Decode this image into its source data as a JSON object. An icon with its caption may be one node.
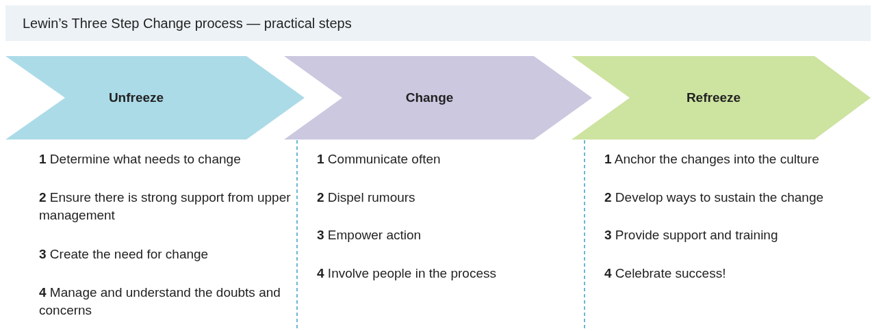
{
  "diagram": {
    "title": "Lewin’s Three Step Change process — practical steps",
    "nodes": [
      {
        "text": [
          "Unfreeze"
        ]
      },
      {
        "text": [
          "Change"
        ]
      },
      {
        "text": [
          "Refreeze"
        ]
      }
    ],
    "labels": [
      "**1** Determine what needs to change",
      "**2** Ensure there is strong support from upper management",
      "**3** Create the need for change",
      "**4** Manage and understand the doubts and concerns",
      "**1** Communicate often",
      "**2** Dispel rumours",
      "**3** Empower action",
      "**4** Involve people in the process",
      "**1** Anchor the changes into the culture",
      "**2** Develop ways to sustain the change",
      "**3** Provide support and training",
      "**4** Celebrate success!"
    ]
  }
}
